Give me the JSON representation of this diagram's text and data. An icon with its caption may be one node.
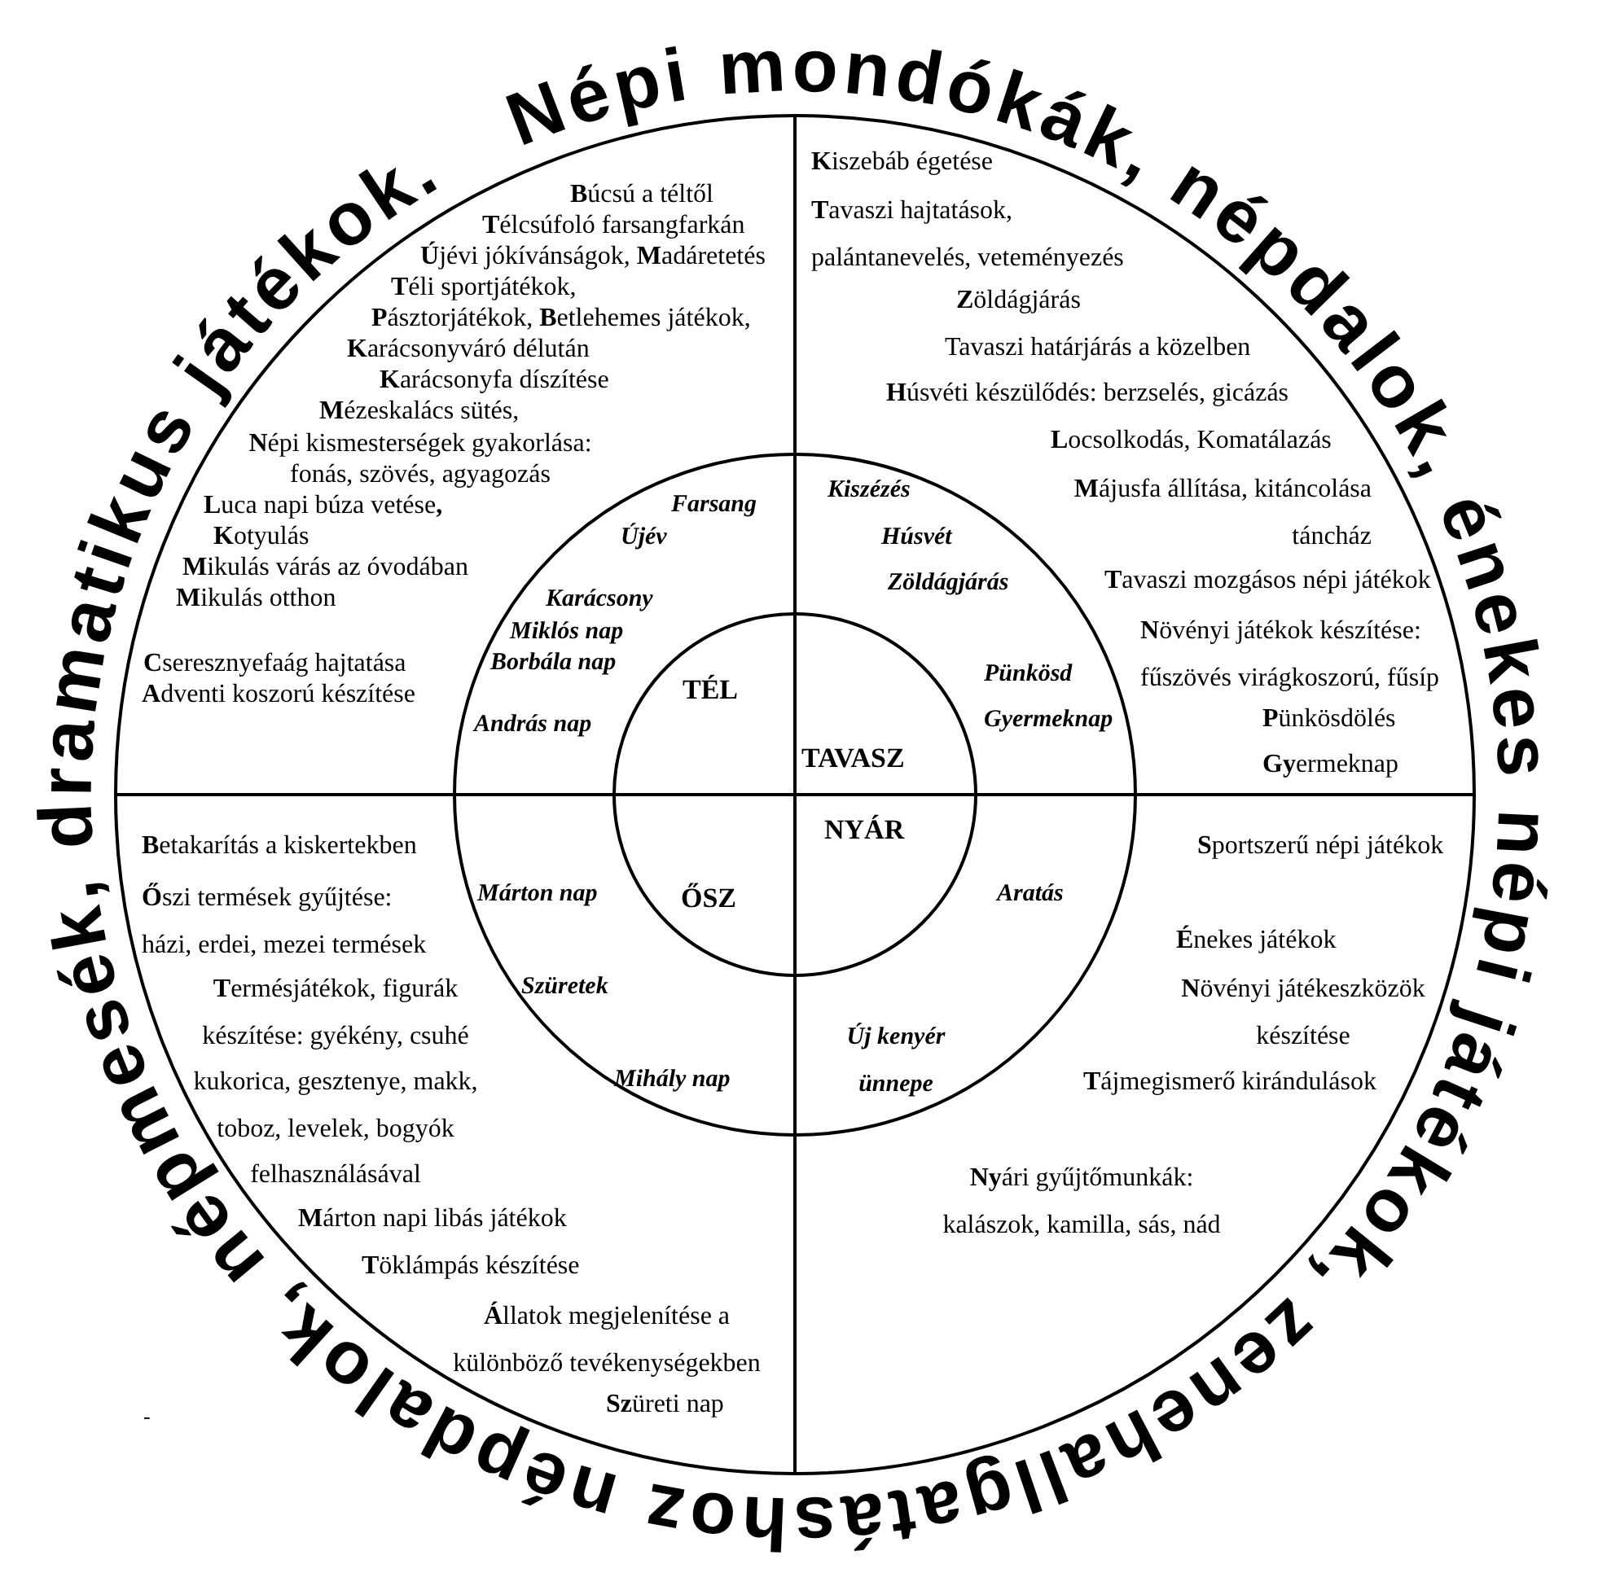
{
  "diagram": {
    "nodes": [
      {
        "text": [],
        "shape": "circle"
      },
      {
        "text": [
          "**B**úcsú a téltől",
          "**T**élcsúfoló farsangfarkán",
          "**Ú**jévi jókívánságok, **M**adáretetés",
          "**T**éli sportjátékok,",
          "**P**ásztorjátékok, **B**etlehemes játékok,",
          "**K**arácsonyváró délután",
          "**K**arácsonyfa díszítése",
          "**M**ézeskalács sütés,",
          "**N**épi kismesterségek gyakorlása: fonás, szövés, agyagozás",
          "**L**uca napi búza vetése**,**",
          "**K**otyulás",
          "**M**ikulás várás az óvodában",
          "**M**ikulás otthon",
          "**C**seresznyefaág hajtatása",
          "**A**dventi koszorú készítése"
        ],
        "in": 0
      },
      {
        "text": [
          "**K**iszebáb égetése",
          "**T**avaszi hajtatások, palántanevelés, veteményezés",
          "**Z**öldágjárás",
          "Tavaszi határjárás a közelben",
          "**H**úsvéti készülődés: berzselés, gicázás",
          "**L**ocsolkodás, Komatálazás",
          "**M**ájusfa állítása, kitáncolása táncház",
          "**T**avaszi mozgásos népi játékok",
          "**N**övényi játékok készítése: fűszövés virágkoszorú, fűsíp",
          "**P**ünkösdölés",
          "**Gy**ermeknap"
        ],
        "in": 0
      },
      {
        "text": [
          "**B**etakarítás a kiskertekben",
          "**Ő**szi termések gyűjtése: házi, erdei, mezei termések",
          "**T**ermésjátékok, figurák készítése: gyékény, csuhé kukorica, gesztenye, makk, toboz, levelek, bogyók felhasználásával",
          "**M**árton napi libás játékok",
          "**T**öklámpás készítése",
          "**Á**llatok megjelenítése a különböző tevékenységekben",
          "**Sz**üreti nap"
        ],
        "in": 0
      },
      {
        "text": [
          "**S**portszerű népi játékok",
          "**É**nekes játékok",
          "**N**övényi játékeszközök készítése",
          "**T**ájmegismerő kirándulások",
          "**Ny**ári gyűjtőmunkák: kalászok, kamilla, sás, nád"
        ],
        "in": 0
      },
      {
        "text": [],
        "shape": "circle",
        "in": 0
      },
      {
        "text": [
          "Farsang",
          "Újév",
          "Karácsony",
          "Miklós nap",
          "Borbála nap",
          "András nap"
        ],
        "in": 5
      },
      {
        "text": [
          "Kiszézés",
          "Húsvét",
          "Zöldágjárás",
          "Pünkösd",
          "Gyermeknap"
        ],
        "in": 5
      },
      {
        "text": [
          "Márton nap",
          "Szüretek",
          "Mihály nap"
        ],
        "in": 5
      },
      {
        "text": [
          "Aratás",
          "Új kenyér ünnepe"
        ],
        "in": 5
      },
      {
        "text": [],
        "shape": "circle",
        "in": 5
      },
      {
        "text": [
          "TÉL"
        ],
        "in": 10
      },
      {
        "text": [
          "TAVASZ"
        ],
        "in": 10
      },
      {
        "text": [
          "ŐSZ"
        ],
        "in": 10
      },
      {
        "text": [
          "NYÁR"
        ],
        "in": 10
      }
    ],
    "labels": [
      "Népi mondókák, népdalok, énekes népi játékok, zenehallgatáshoz népdalok, népmesék, dramatikus játékok.",
      "-"
    ]
  }
}
